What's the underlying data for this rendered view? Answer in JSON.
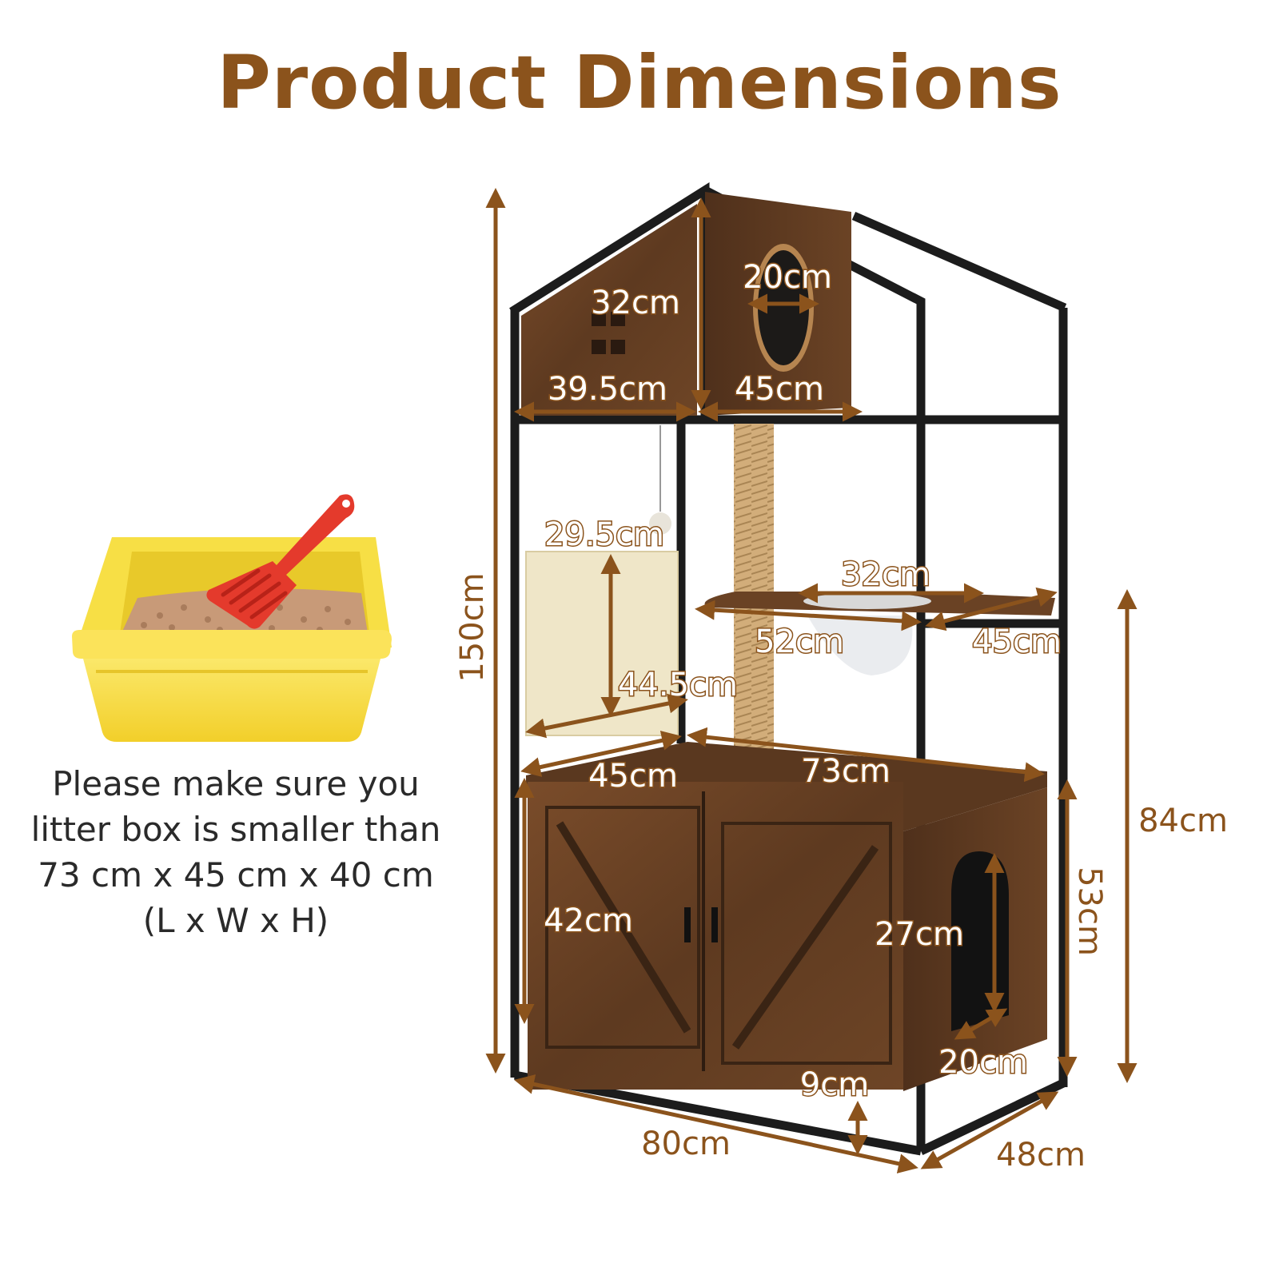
{
  "title": "Product Dimensions",
  "colors": {
    "accent": "#8b531c",
    "wood": "#6a4224",
    "frame": "#1c1c1c",
    "litter_box": "#f4dc3a",
    "scoop": "#e43a2c"
  },
  "note": {
    "lines": [
      "Please make sure you",
      "litter box is smaller than",
      "73 cm x 45 cm x 40 cm",
      "(L x W x H)"
    ]
  },
  "dimensions": {
    "total_height": "150cm",
    "house_height": "32cm",
    "house_hole": "20cm",
    "house_left_width": "39.5cm",
    "house_right_width": "45cm",
    "scratch_pad_width": "29.5cm",
    "scratch_pad_height": "44.5cm",
    "hammock": "32cm",
    "platform_width": "52cm",
    "platform_depth": "45cm",
    "cabinet_top_depth": "45cm",
    "cabinet_top_width": "73cm",
    "cabinet_door_height": "42cm",
    "side_arch_height": "27cm",
    "side_arch_width": "20cm",
    "cabinet_height": "53cm",
    "right_height": "84cm",
    "leg_clearance": "9cm",
    "base_width": "80cm",
    "base_depth": "48cm"
  },
  "icons": [
    "litter-box-icon",
    "scoop-icon",
    "cat-tree-cabinet"
  ]
}
